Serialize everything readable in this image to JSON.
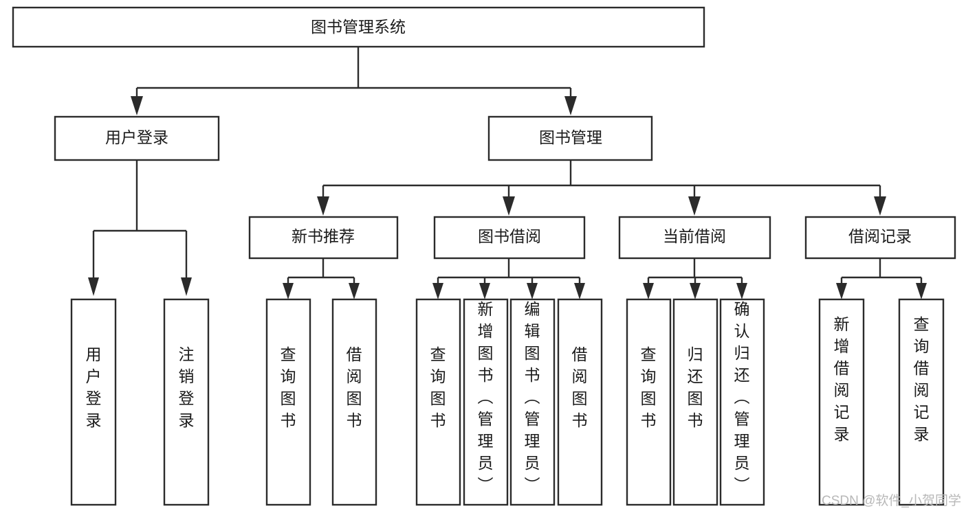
{
  "diagram": {
    "title": "图书管理系统",
    "type": "tree-hierarchy",
    "root": {
      "id": "root",
      "label": "图书管理系统"
    },
    "level2": [
      {
        "id": "user-login",
        "label": "用户登录"
      },
      {
        "id": "book-manage",
        "label": "图书管理"
      }
    ],
    "level3": [
      {
        "id": "new-book-recommend",
        "label": "新书推荐",
        "parent": "book-manage"
      },
      {
        "id": "book-borrow",
        "label": "图书借阅",
        "parent": "book-manage"
      },
      {
        "id": "current-borrow",
        "label": "当前借阅",
        "parent": "book-manage"
      },
      {
        "id": "borrow-record",
        "label": "借阅记录",
        "parent": "book-manage"
      }
    ],
    "leaves": [
      {
        "id": "leaf-user-login",
        "label": "用户登录",
        "parent": "user-login"
      },
      {
        "id": "leaf-logout",
        "label": "注销登录",
        "parent": "user-login"
      },
      {
        "id": "leaf-query-book-1",
        "label": "查询图书",
        "parent": "new-book-recommend"
      },
      {
        "id": "leaf-borrow-book-1",
        "label": "借阅图书",
        "parent": "new-book-recommend"
      },
      {
        "id": "leaf-query-book-2",
        "label": "查询图书",
        "parent": "book-borrow"
      },
      {
        "id": "leaf-add-book",
        "label": "新增图书（管理员）",
        "parent": "book-borrow"
      },
      {
        "id": "leaf-edit-book",
        "label": "编辑图书（管理员）",
        "parent": "book-borrow"
      },
      {
        "id": "leaf-borrow-book-2",
        "label": "借阅图书",
        "parent": "book-borrow"
      },
      {
        "id": "leaf-query-book-3",
        "label": "查询图书",
        "parent": "current-borrow"
      },
      {
        "id": "leaf-return-book",
        "label": "归还图书",
        "parent": "current-borrow"
      },
      {
        "id": "leaf-confirm-return",
        "label": "确认归还（管理员）",
        "parent": "current-borrow"
      },
      {
        "id": "leaf-add-record",
        "label": "新增借阅记录",
        "parent": "borrow-record"
      },
      {
        "id": "leaf-query-record",
        "label": "查询借阅记录",
        "parent": "borrow-record"
      }
    ]
  },
  "watermark": {
    "text": "CSDN @软件_小贺同学"
  },
  "colors": {
    "box_stroke": "#2b2b2b",
    "box_fill": "#ffffff",
    "text": "#1a1a1a",
    "connector": "#2b2b2b",
    "watermark": "#b8b8b8",
    "background": "#ffffff"
  }
}
